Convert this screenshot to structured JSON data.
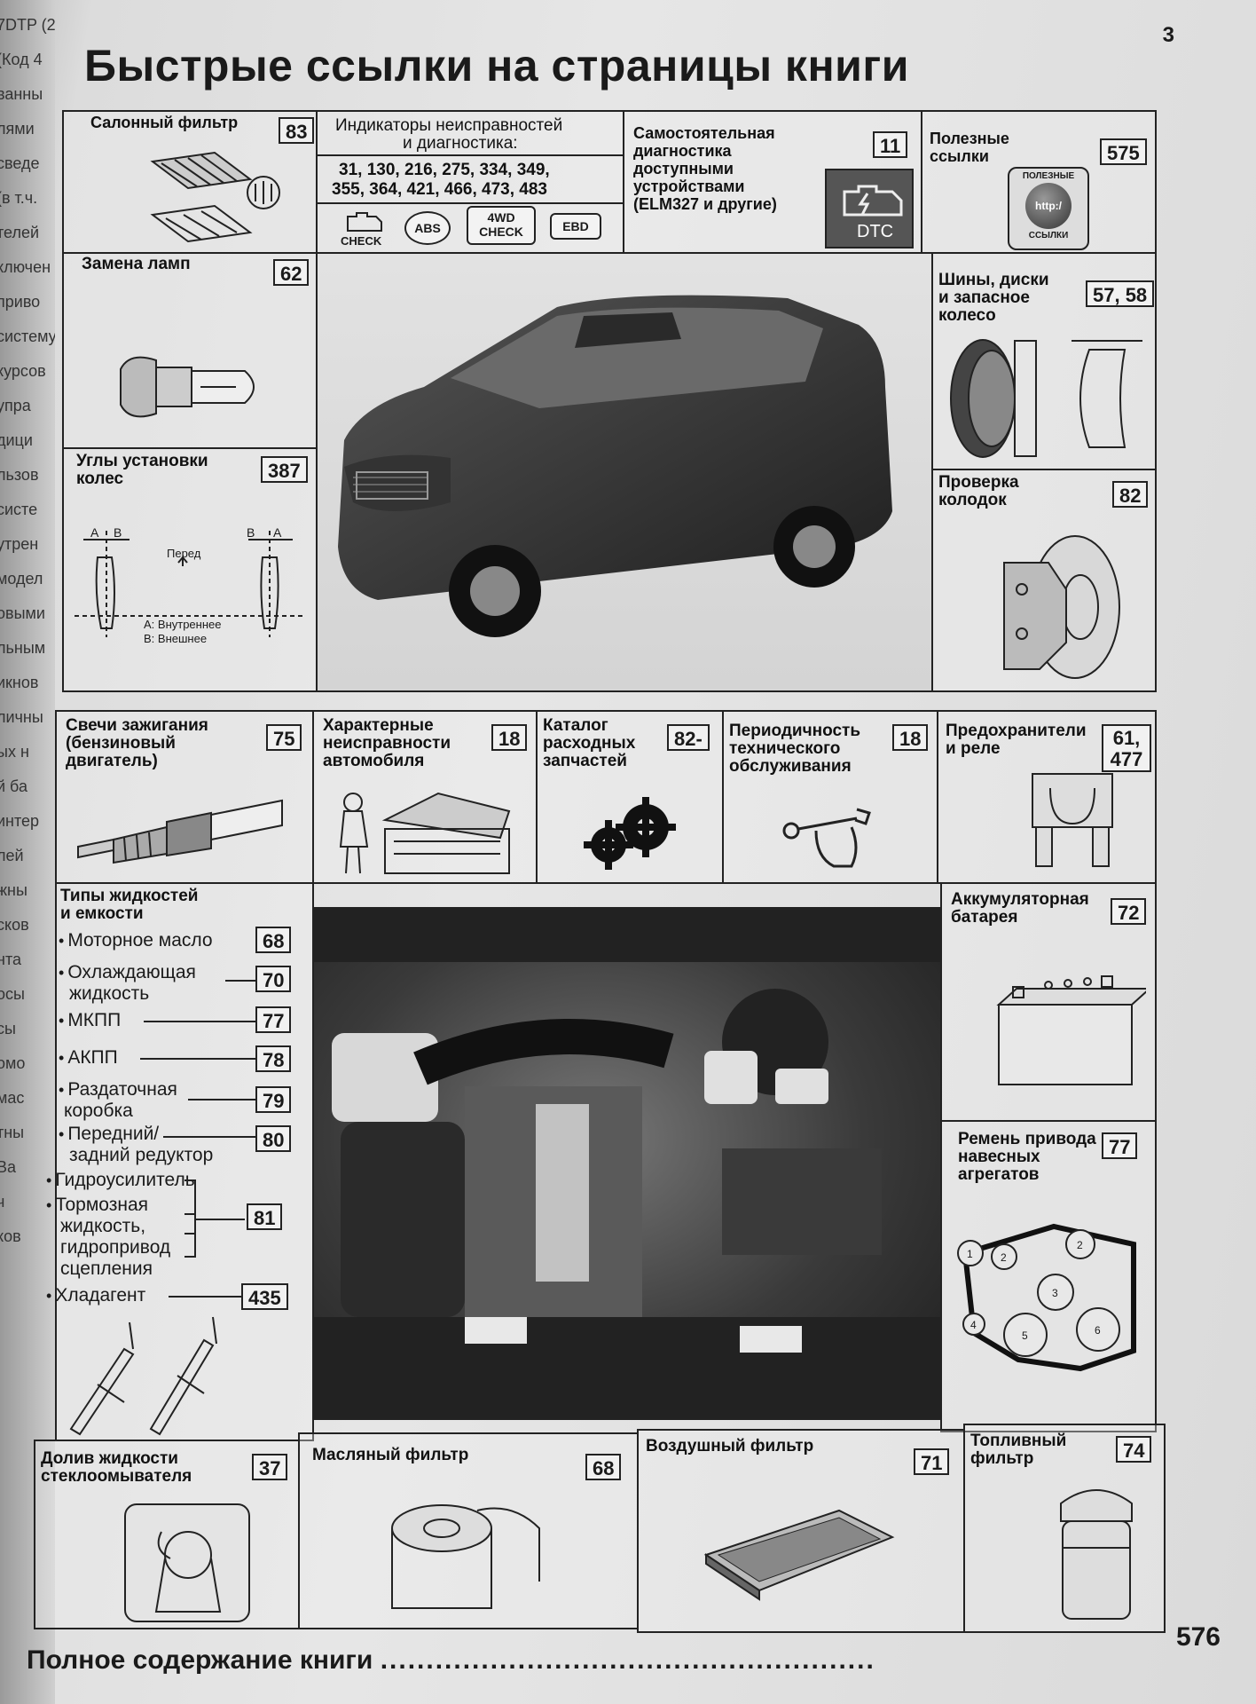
{
  "page": {
    "number": "3",
    "title": "Быстрые ссылки на страницы книги",
    "spine_text": [
      "7DTP (2.",
      "(Код 4",
      "ванны",
      "лями",
      "сведе",
      "(в т.ч.",
      "телей",
      "ключен",
      "приво",
      "систему",
      "курсов",
      "упра",
      "дици",
      "льзов",
      "систе",
      "утрен",
      "модел",
      "овыми",
      "льным",
      "икнов",
      "личны",
      "ых н",
      "й ба",
      "интер",
      "лей",
      "жны",
      "сков",
      "нта",
      "осы",
      "сы",
      "омо",
      "мас",
      "тны",
      "Ва",
      "ч",
      "ков"
    ]
  },
  "cells": {
    "cabin_filter": {
      "label": "Салонный фильтр",
      "page": "83"
    },
    "malfunction": {
      "label_1": "Индикаторы неисправностей",
      "label_2": "и диагностика:",
      "pages_1": "31, 130, 216, 275, 334, 349,",
      "pages_2": "355, 364, 421, 466, 473, 483",
      "icons": {
        "check": "CHECK",
        "abs": "ABS",
        "check4wd_1": "4WD",
        "check4wd_2": "CHECK",
        "ebd": "EBD"
      }
    },
    "self_diag": {
      "label_1": "Самостоятельная",
      "label_2": "диагностика",
      "label_3": "доступными",
      "label_4": "устройствами",
      "label_5": "(ELM327 и другие)",
      "page": "11",
      "icon_text": "DTC"
    },
    "useful_links": {
      "label_1": "Полезные",
      "label_2": "ссылки",
      "page": "575",
      "badge_top": "ПОЛЕЗНЫЕ",
      "badge_mid": "http:/",
      "badge_bottom": "ССЫЛКИ"
    },
    "lamps": {
      "label": "Замена ламп",
      "page": "62"
    },
    "tires": {
      "label_1": "Шины, диски",
      "label_2": "и запасное",
      "label_3": "колесо",
      "page": "57, 58"
    },
    "alignment": {
      "label_1": "Углы установки",
      "label_2": "колес",
      "page": "387",
      "front": "Перед",
      "a": "A",
      "b": "B",
      "legend_a": "A: Внутреннее",
      "legend_b": "B: Внешнее"
    },
    "pads": {
      "label_1": "Проверка",
      "label_2": "колодок",
      "page": "82"
    },
    "spark": {
      "label_1": "Свечи зажигания",
      "label_2": "(бензиновый",
      "label_3": "двигатель)",
      "page": "75"
    },
    "typical": {
      "label_1": "Характерные",
      "label_2": "неисправности",
      "label_3": "автомобиля",
      "page": "18"
    },
    "catalog": {
      "label_1": "Каталог",
      "label_2": "расходных",
      "label_3": "запчастей",
      "page": "82-"
    },
    "maintenance": {
      "label_1": "Периодичность",
      "label_2": "технического",
      "label_3": "обслуживания",
      "page": "18"
    },
    "fuses": {
      "label_1": "Предохранители",
      "label_2": "и реле",
      "page_1": "61,",
      "page_2": "477"
    },
    "fluids": {
      "label_1": "Типы жидкостей",
      "label_2": "и емкости",
      "items": [
        {
          "text": "Моторное масло",
          "page": "68"
        },
        {
          "text": "Охлаждающая",
          "text2": "жидкость",
          "page": "70"
        },
        {
          "text": "МКПП",
          "page": "77"
        },
        {
          "text": "АКПП",
          "page": "78"
        },
        {
          "text": "Раздаточная",
          "text2": "коробка",
          "page": "79"
        },
        {
          "text": "Передний/",
          "text2": "задний редуктор",
          "page": "80"
        },
        {
          "text": "Гидроусилитель"
        },
        {
          "text": "Тормозная",
          "text2": "жидкость,",
          "text3": "гидропривод",
          "text4": "сцепления",
          "page": "81"
        },
        {
          "text": "Хладагент",
          "page": "435"
        }
      ]
    },
    "battery": {
      "label_1": "Аккумуляторная",
      "label_2": "батарея",
      "page": "72"
    },
    "belt": {
      "label_1": "Ремень привода",
      "label_2": "навесных",
      "label_3": "агрегатов",
      "page": "77",
      "pulleys": [
        "1",
        "2",
        "3",
        "4",
        "5",
        "6",
        "2"
      ]
    },
    "washer": {
      "label_1": "Долив жидкости",
      "label_2": "стеклоомывателя",
      "page": "37"
    },
    "oil_filter": {
      "label": "Масляный фильтр",
      "page": "68"
    },
    "air_filter": {
      "label": "Воздушный фильтр",
      "page": "71"
    },
    "fuel_filter": {
      "label_1": "Топливный",
      "label_2": "фильтр",
      "page": "74"
    }
  },
  "footer": {
    "label": "Полное содержание книги",
    "dots": "......................................................",
    "page": "576"
  }
}
